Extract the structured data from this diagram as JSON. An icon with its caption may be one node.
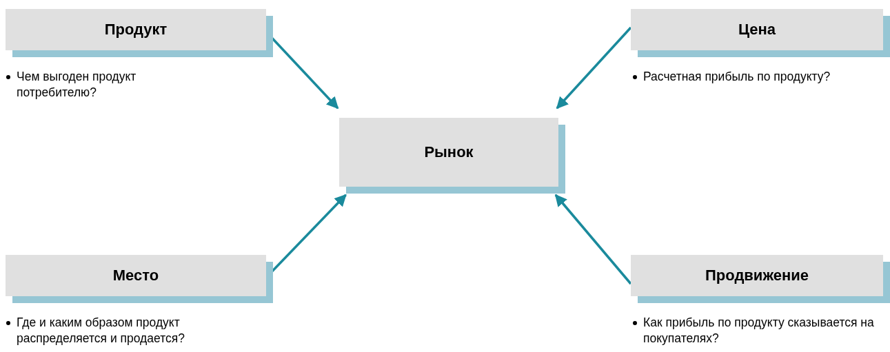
{
  "diagram": {
    "nodes": [
      {
        "text": [
          "Продукт"
        ],
        "beside": [
          "Чем выгоден продукт потребителю?"
        ]
      },
      {
        "text": [
          "Цена"
        ],
        "beside": [
          "Расчетная прибыль по продукту?"
        ]
      },
      {
        "text": [
          "Рынок"
        ]
      },
      {
        "text": [
          "Место"
        ],
        "beside": [
          "Где и каким образом продукт распределяется и продается?"
        ]
      },
      {
        "text": [
          "Продвижение"
        ],
        "beside": [
          "Как прибыль по продукту сказывается на покупателях?"
        ]
      }
    ],
    "edges": [
      {
        "from": 0,
        "to": 2,
        "arrow": "to"
      },
      {
        "from": 1,
        "to": 2,
        "arrow": "to"
      },
      {
        "from": 3,
        "to": 2,
        "arrow": "to"
      },
      {
        "from": 4,
        "to": 2,
        "arrow": "to"
      }
    ]
  }
}
